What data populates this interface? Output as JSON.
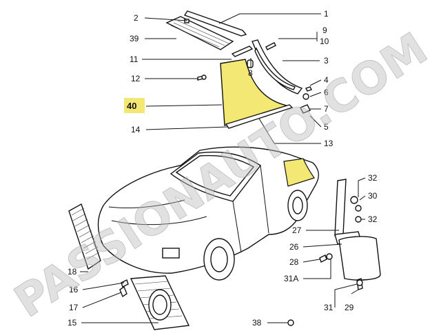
{
  "diagram": {
    "highlight_color": "#f3e874",
    "callouts": [
      {
        "id": "1",
        "label": "1"
      },
      {
        "id": "2",
        "label": "2"
      },
      {
        "id": "39",
        "label": "39"
      },
      {
        "id": "9",
        "label": "9"
      },
      {
        "id": "10",
        "label": "10"
      },
      {
        "id": "11",
        "label": "11"
      },
      {
        "id": "3",
        "label": "3"
      },
      {
        "id": "8",
        "label": "8"
      },
      {
        "id": "12",
        "label": "12"
      },
      {
        "id": "4",
        "label": "4"
      },
      {
        "id": "6",
        "label": "6"
      },
      {
        "id": "40",
        "label": "40"
      },
      {
        "id": "7",
        "label": "7"
      },
      {
        "id": "14",
        "label": "14"
      },
      {
        "id": "5",
        "label": "5"
      },
      {
        "id": "13",
        "label": "13"
      },
      {
        "id": "32a",
        "label": "32"
      },
      {
        "id": "30",
        "label": "30"
      },
      {
        "id": "32b",
        "label": "32"
      },
      {
        "id": "27",
        "label": "27"
      },
      {
        "id": "26",
        "label": "26"
      },
      {
        "id": "28",
        "label": "28"
      },
      {
        "id": "31A",
        "label": "31A"
      },
      {
        "id": "18",
        "label": "18"
      },
      {
        "id": "16",
        "label": "16"
      },
      {
        "id": "17",
        "label": "17"
      },
      {
        "id": "31",
        "label": "31"
      },
      {
        "id": "29",
        "label": "29"
      },
      {
        "id": "38",
        "label": "38"
      },
      {
        "id": "15",
        "label": "15"
      }
    ]
  },
  "watermark": {
    "text": "PASSIONAUTO.COM"
  }
}
